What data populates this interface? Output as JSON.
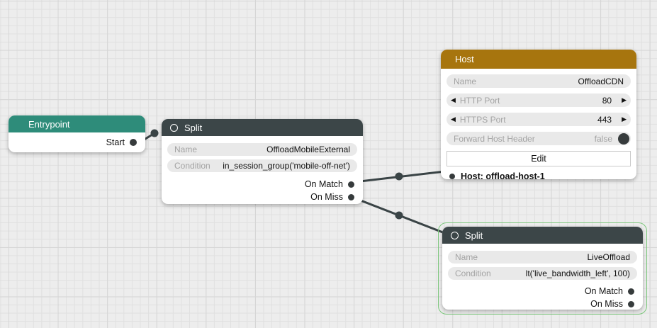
{
  "colors": {
    "entrypoint_header": "#2e8c7a",
    "split_header": "#3c4648",
    "host_header": "#a7750e",
    "edge": "#3a4446",
    "selection": "#7cc77c"
  },
  "nodes": {
    "entrypoint": {
      "title": "Entrypoint",
      "outputs": [
        {
          "label": "Start"
        }
      ]
    },
    "split1": {
      "title": "Split",
      "fields": [
        {
          "label": "Name",
          "value": "OffloadMobileExternal"
        },
        {
          "label": "Condition",
          "value": "in_session_group('mobile-off-net')"
        }
      ],
      "outputs": [
        {
          "label": "On Match"
        },
        {
          "label": "On Miss"
        }
      ]
    },
    "host": {
      "title": "Host",
      "fields": [
        {
          "label": "Name",
          "value": "OffloadCDN"
        }
      ],
      "steppers": [
        {
          "label": "HTTP Port",
          "value": "80"
        },
        {
          "label": "HTTPS Port",
          "value": "443"
        }
      ],
      "toggle": {
        "label": "Forward Host Header",
        "value": "false"
      },
      "edit_label": "Edit",
      "input": {
        "label": "Host: offload-host-1"
      }
    },
    "split2": {
      "title": "Split",
      "selected": true,
      "fields": [
        {
          "label": "Name",
          "value": "LiveOffload"
        },
        {
          "label": "Condition",
          "value": "lt('live_bandwidth_left', 100)"
        }
      ],
      "outputs": [
        {
          "label": "On Match"
        },
        {
          "label": "On Miss"
        }
      ]
    }
  },
  "connections": [
    {
      "from": "entrypoint.Start",
      "to": "split1.in"
    },
    {
      "from": "split1.On Match",
      "to": "host.in"
    },
    {
      "from": "split1.On Miss",
      "to": "split2.in"
    }
  ]
}
